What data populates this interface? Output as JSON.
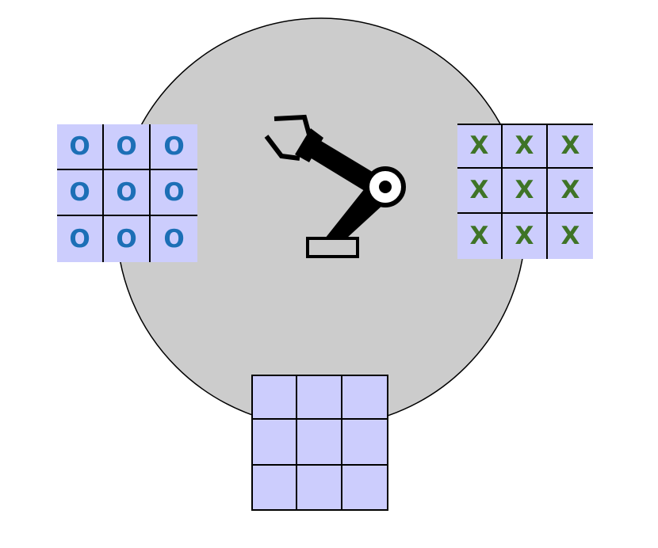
{
  "workspace": {
    "table_color": "#cccccc",
    "board_color": "#cccdfd"
  },
  "boards": {
    "o_pieces": {
      "symbol_color": "#1c6fb6",
      "cells": [
        "O",
        "O",
        "O",
        "O",
        "O",
        "O",
        "O",
        "O",
        "O"
      ]
    },
    "x_pieces": {
      "symbol_color": "#3f7427",
      "cells": [
        "X",
        "X",
        "X",
        "X",
        "X",
        "X",
        "X",
        "X",
        "X"
      ]
    },
    "play_board": {
      "cells": [
        "",
        "",
        "",
        "",
        "",
        "",
        "",
        "",
        ""
      ]
    }
  },
  "robot": {
    "icon": "robot-arm-icon",
    "color": "#000000"
  }
}
